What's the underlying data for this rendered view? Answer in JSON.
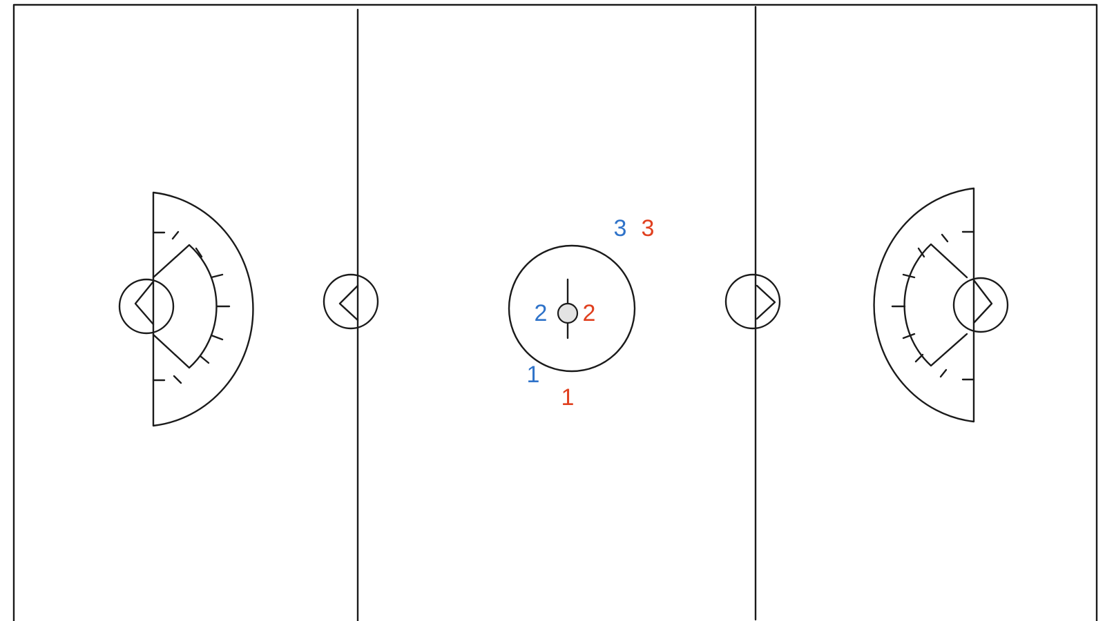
{
  "field": {
    "line_color": "#1a1a1a",
    "background": "#ffffff",
    "ball_fill": "#e3e3e3"
  },
  "teams": {
    "blue": {
      "color": "#2f73c9"
    },
    "red": {
      "color": "#e0401f"
    }
  },
  "players": [
    {
      "team": "blue",
      "label": "3"
    },
    {
      "team": "red",
      "label": "3"
    },
    {
      "team": "blue",
      "label": "2"
    },
    {
      "team": "red",
      "label": "2"
    },
    {
      "team": "blue",
      "label": "1"
    },
    {
      "team": "red",
      "label": "1"
    }
  ]
}
